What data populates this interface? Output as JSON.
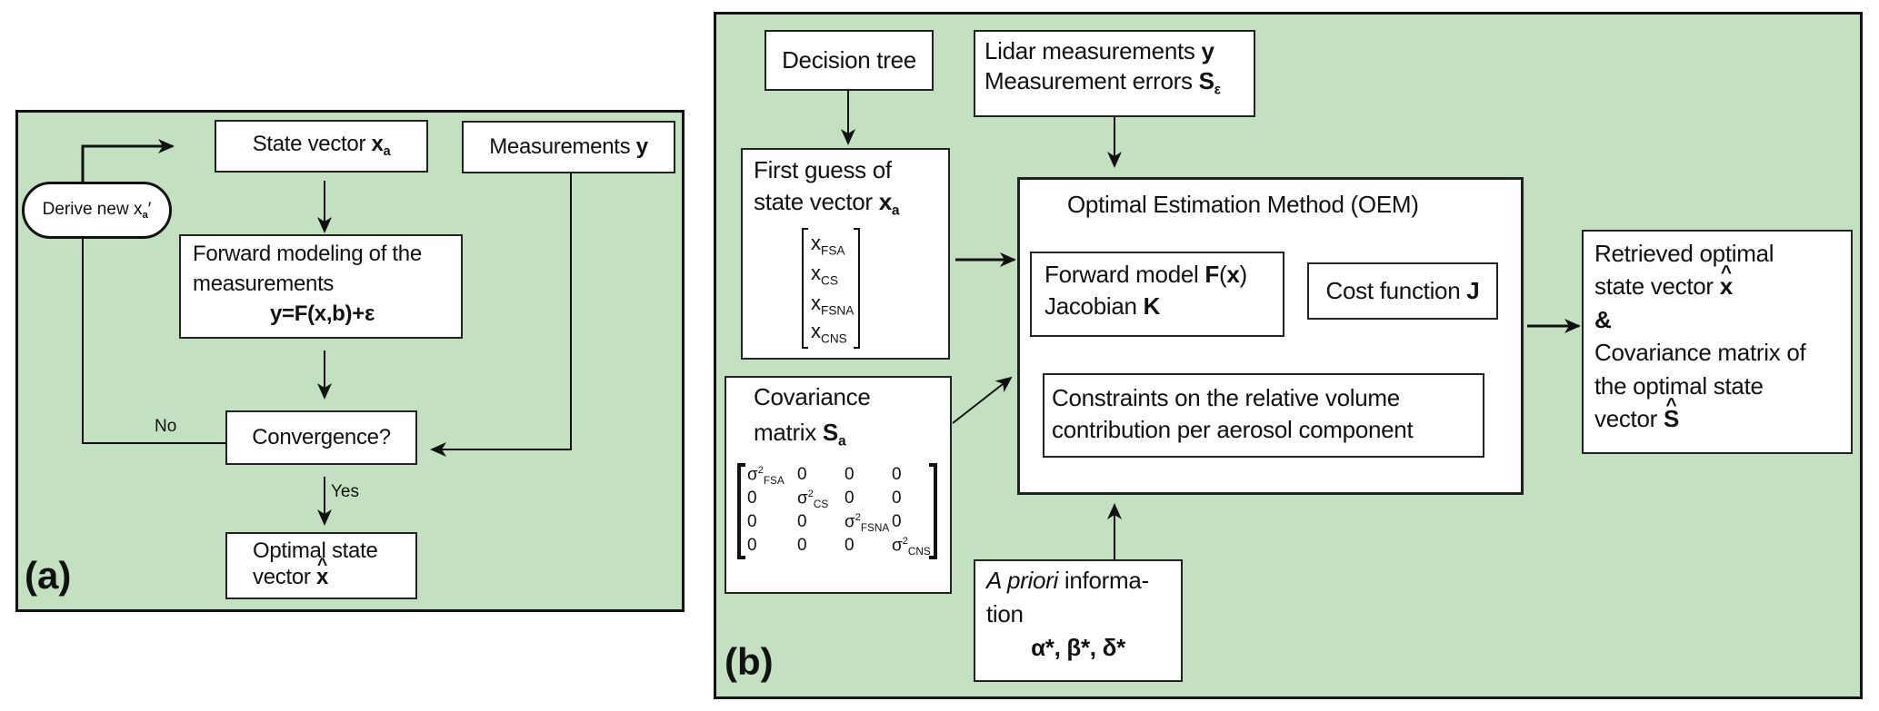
{
  "colors": {
    "panel_bg": "#c3e1c0",
    "box_bg": "#ffffff",
    "stroke": "#111111"
  },
  "panel_a": {
    "label": "(a)",
    "state_vector": {
      "text": "State vector ",
      "symbol": "x",
      "sub": "a"
    },
    "measurements": {
      "text": "Measurements ",
      "symbol": "y"
    },
    "derive": {
      "text": "Derive new x",
      "sub": "a",
      "prime": "′"
    },
    "forward_modeling": {
      "line1": "Forward modeling of the",
      "line2": "measurements",
      "equation": "y=F(x,b)+ε"
    },
    "convergence": "Convergence?",
    "no_label": "No",
    "yes_label": "Yes",
    "optimal": {
      "line1": "Optimal state",
      "line2": "vector ",
      "symbol": "x"
    }
  },
  "panel_b": {
    "label": "(b)",
    "decision_tree": "Decision tree",
    "lidar": {
      "line1": "Lidar measurements ",
      "line1_symbol": "y",
      "line2": "Measurement errors ",
      "line2_symbol": "S",
      "line2_sub": "ε"
    },
    "first_guess": {
      "line1": "First guess of",
      "line2": "state vector ",
      "symbol": "x",
      "sub": "a",
      "vector": [
        {
          "base": "x",
          "sub": "FSA"
        },
        {
          "base": "x",
          "sub": "CS"
        },
        {
          "base": "x",
          "sub": "FSNA"
        },
        {
          "base": "x",
          "sub": "CNS"
        }
      ]
    },
    "covariance": {
      "line1": "Covariance",
      "line2": "matrix ",
      "symbol": "S",
      "sub": "a",
      "matrix": [
        [
          "σ²FSA",
          "0",
          "0",
          "0"
        ],
        [
          "0",
          "σ²CS",
          "0",
          "0"
        ],
        [
          "0",
          "0",
          "σ²FSNA",
          "0"
        ],
        [
          "0",
          "0",
          "0",
          "σ²CNS"
        ]
      ],
      "diag_subs": [
        "FSA",
        "CS",
        "FSNA",
        "CNS"
      ]
    },
    "oem": {
      "title": "Optimal Estimation Method (OEM)",
      "forward_model": {
        "line1": "Forward model ",
        "line1_symbol": "F",
        "line1_arg": "x",
        "line2": "Jacobian ",
        "line2_symbol": "K"
      },
      "cost_function": {
        "text": "Cost function ",
        "symbol": "J"
      },
      "constraints": {
        "line1": "Constraints on the relative volume",
        "line2": "contribution per aerosol component"
      }
    },
    "a_priori": {
      "italic": "A priori",
      "line1_rest": " informa-",
      "line2": "tion",
      "params": "α*, β*, δ*"
    },
    "retrieved": {
      "line1": "Retrieved optimal",
      "line2": "state vector ",
      "line2_symbol": "x",
      "amp": "&",
      "line3": "Covariance matrix of",
      "line4": "the optimal state",
      "line5": "vector ",
      "line5_symbol": "S"
    }
  }
}
